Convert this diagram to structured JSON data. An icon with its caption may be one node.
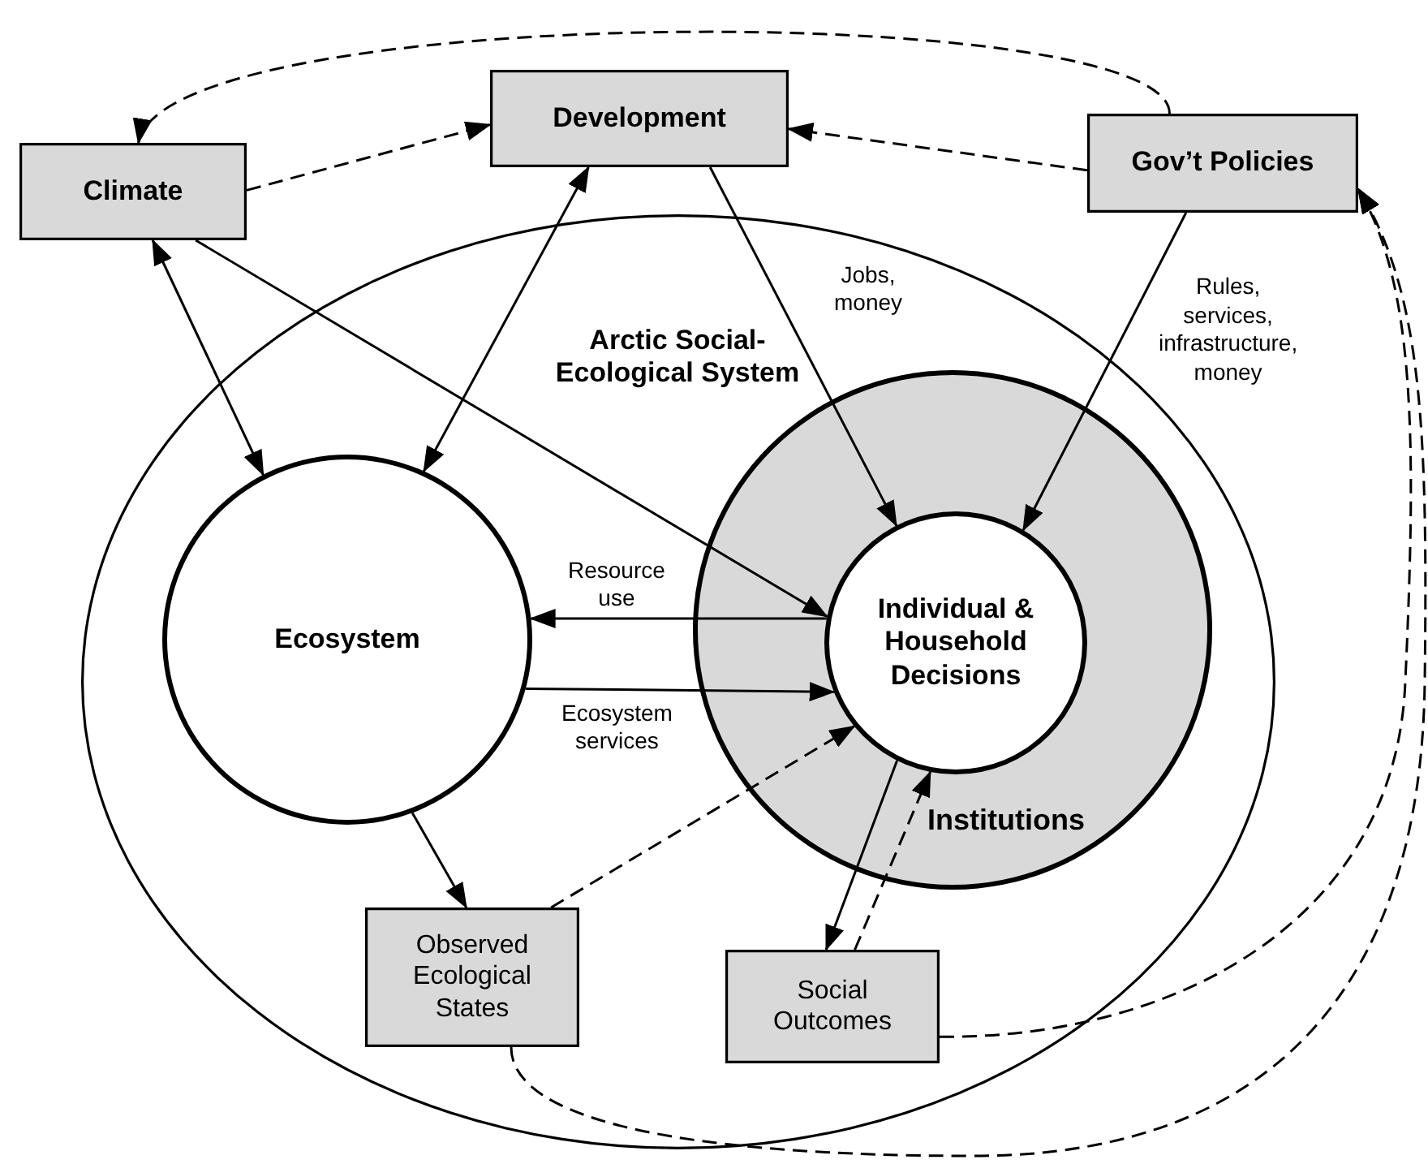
{
  "diagram": {
    "nodes": [
      {
        "text": [
          "Climate"
        ]
      },
      {
        "text": [
          "Development"
        ]
      },
      {
        "text": [
          "Gov’t Policies"
        ]
      },
      {
        "text": [
          "Arctic Social-Ecological System"
        ]
      },
      {
        "text": [
          "Ecosystem"
        ],
        "in": 3
      },
      {
        "text": [
          "Institutions"
        ],
        "in": 3
      },
      {
        "text": [
          "Individual & Household Decisions"
        ],
        "in": 5
      },
      {
        "text": [
          "Observed Ecological States"
        ],
        "in": 3
      },
      {
        "text": [
          "Social Outcomes"
        ],
        "in": 3
      }
    ],
    "edges": [
      {
        "from": 0,
        "to": 1,
        "arrow": "to",
        "style": "dashed"
      },
      {
        "from": 2,
        "to": 1,
        "arrow": "to",
        "style": "dashed"
      },
      {
        "from": 2,
        "to": 0,
        "arrow": "to",
        "style": "dashed"
      },
      {
        "from": 4,
        "to": 0,
        "arrow": "both"
      },
      {
        "from": 4,
        "to": 1,
        "arrow": "both"
      },
      {
        "from": 0,
        "to": 6,
        "arrow": "to"
      },
      {
        "from": 1,
        "to": 6,
        "arrow": "to",
        "label": "Jobs, money"
      },
      {
        "from": 2,
        "to": 6,
        "arrow": "to",
        "label": "Rules, services, infrastructure, money"
      },
      {
        "from": 6,
        "to": 4,
        "arrow": "to",
        "label": "Resource use"
      },
      {
        "from": 4,
        "to": 6,
        "arrow": "to",
        "label": "Ecosystem services"
      },
      {
        "from": 4,
        "to": 7,
        "arrow": "to"
      },
      {
        "from": 7,
        "to": 6,
        "arrow": "to",
        "style": "dashed"
      },
      {
        "from": 6,
        "to": 8,
        "arrow": "to"
      },
      {
        "from": 8,
        "to": 6,
        "arrow": "to",
        "style": "dashed"
      },
      {
        "from": 8,
        "to": 2,
        "arrow": "to",
        "style": "dashed"
      },
      {
        "from": 7,
        "to": 2,
        "arrow": "to",
        "style": "dashed"
      }
    ]
  }
}
